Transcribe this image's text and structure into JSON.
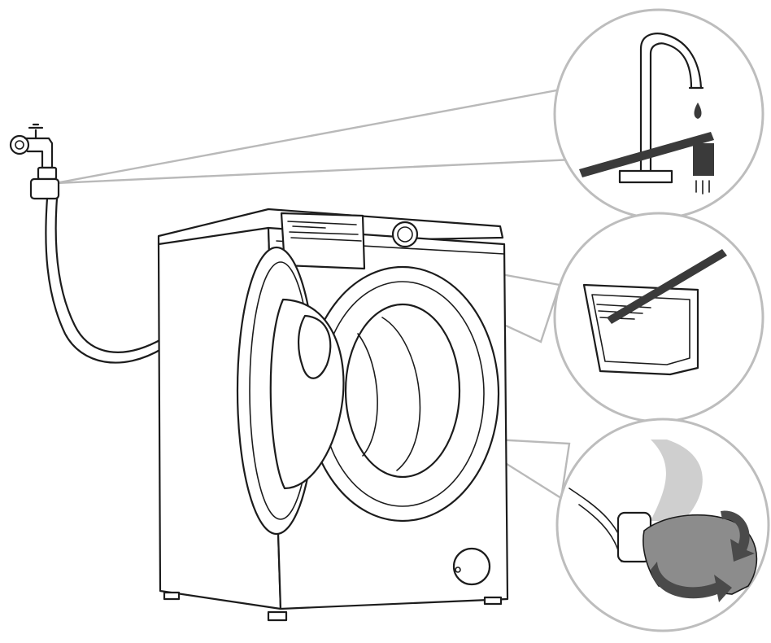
{
  "colors": {
    "line": "#1c1c1c",
    "leader": "#b9b9b9",
    "brush": "#3a3a3a",
    "filter": "#8c8c8c",
    "arrow": "#4a4a4a",
    "background": "#ffffff"
  },
  "scenes": [
    {
      "name": "water-inlet-filter-cleaning",
      "icon": "toothbrush-icon"
    },
    {
      "name": "detergent-drawer-cleaning",
      "icon": "toothbrush-icon"
    },
    {
      "name": "drain-pump-filter-removal",
      "icon": "rotate-arrow-icon"
    }
  ]
}
